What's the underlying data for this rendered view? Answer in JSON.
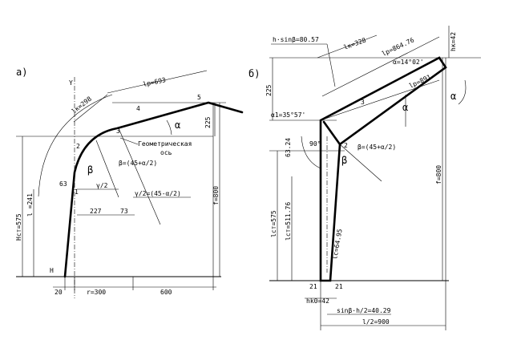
{
  "panel_a": {
    "label": "a)",
    "axis_y": "Y",
    "l_k": "lк=298",
    "l_p": "lp=693",
    "node_4": "4",
    "node_5": "5",
    "node_2": "2",
    "node_3": "3",
    "node_1": "1",
    "node_H": "H",
    "dim_225": "225",
    "alpha": "α",
    "geom_axis_line1": "Геометрическая",
    "geom_axis_line2": "ось",
    "beta_eq": "β=(45+α/2)",
    "beta": "β",
    "gamma_half": "γ/2",
    "gamma_eq": "γ/2=(45-α/2)",
    "dim_63": "63",
    "dim_227": "227",
    "dim_73": "73",
    "dim_Hst": "Hст=575",
    "dim_l": "l =241",
    "dim_f": "f=800",
    "dim_20": "20",
    "dim_r": "r=300",
    "dim_600": "600"
  },
  "panel_b": {
    "label": "б)",
    "h_sin": "h·sinβ=80.57",
    "l_k": "lк=328",
    "l_p1": "lp=864.76",
    "l_p2": "lp=891",
    "hk": "hк=42",
    "alpha_deg": "α=14°02'",
    "alpha": "α",
    "alpha_right": "α",
    "dim_225": "225",
    "alpha1": "α1=35°57'",
    "dim_63_24": "63.24",
    "angle_90": "90°",
    "node_2": "2",
    "node_3": "3",
    "beta": "β",
    "beta_eq": "β=(45+α/2)",
    "dim_l_st": "lст=575",
    "dim_l_st2": "lст=511.76",
    "dim_l_c": "lс=64.95",
    "dim_f": "f=800",
    "dim_21a": "21",
    "dim_21b": "21",
    "hk_bottom": "hk0=42",
    "sin_bottom": "sinβ·h/2=40.29",
    "half_l": "l/2=900"
  }
}
